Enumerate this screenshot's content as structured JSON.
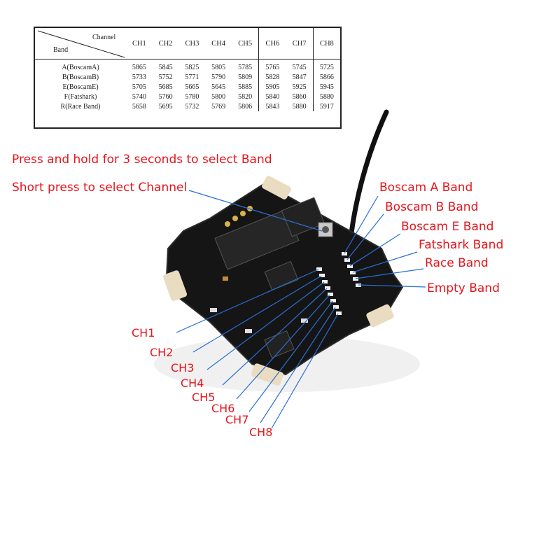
{
  "table": {
    "corner_channel": "Channel",
    "corner_band": "Band",
    "channels": [
      "CH1",
      "CH2",
      "CH3",
      "CH4",
      "CH5",
      "CH6",
      "CH7",
      "CH8"
    ],
    "rows": [
      {
        "band": "A(BoscamA)",
        "values": [
          "5865",
          "5845",
          "5825",
          "5805",
          "5785",
          "5765",
          "5745",
          "5725"
        ]
      },
      {
        "band": "B(BoscamB)",
        "values": [
          "5733",
          "5752",
          "5771",
          "5790",
          "5809",
          "5828",
          "5847",
          "5866"
        ]
      },
      {
        "band": "E(BoscamE)",
        "values": [
          "5705",
          "5685",
          "5665",
          "5645",
          "5885",
          "5905",
          "5925",
          "5945"
        ]
      },
      {
        "band": "F(Fatshark)",
        "values": [
          "5740",
          "5760",
          "5780",
          "5800",
          "5820",
          "5840",
          "5860",
          "5880"
        ]
      },
      {
        "band": "R(Race Band)",
        "values": [
          "5658",
          "5695",
          "5732",
          "5769",
          "5806",
          "5843",
          "5880",
          "5917"
        ]
      }
    ]
  },
  "instructions": {
    "long_press": "Press and hold for 3 seconds to select Band",
    "short_press": "Short press to select Channel"
  },
  "band_labels": {
    "boscam_a": "Boscam A Band",
    "boscam_b": "Boscam B Band",
    "boscam_e": "Boscam E Band",
    "fatshark": "Fatshark Band",
    "race": "Race Band",
    "empty": "Empty Band"
  },
  "channel_labels": [
    "CH1",
    "CH2",
    "CH3",
    "CH4",
    "CH5",
    "CH6",
    "CH7",
    "CH8"
  ],
  "colors": {
    "annotation_text": "#e8141b",
    "leader_line": "#2a6fd6",
    "board": "#151515",
    "pad": "#e9dcc0"
  }
}
